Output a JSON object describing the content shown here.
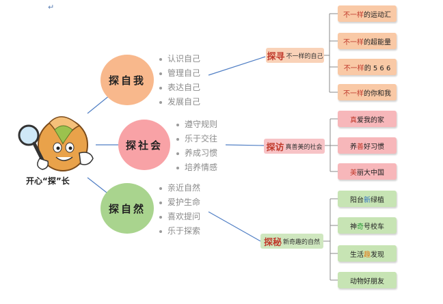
{
  "para_mark": "↵",
  "root": {
    "prefix": "开心",
    "quoted": "“探”",
    "suffix": "长"
  },
  "branches": [
    {
      "circle": "探自我",
      "bullets": [
        "认识自己",
        "管理自己",
        "表达自己",
        "发展自己"
      ],
      "mid": {
        "big": "探寻",
        "rest": "不一样的自己"
      },
      "leaves": [
        {
          "parts": [
            {
              "t": "不一样",
              "c": "red"
            },
            {
              "t": "的运动汇",
              "c": ""
            }
          ]
        },
        {
          "parts": [
            {
              "t": "不一样",
              "c": "red"
            },
            {
              "t": "的超能量",
              "c": ""
            }
          ]
        },
        {
          "parts": [
            {
              "t": "不一样",
              "c": "red"
            },
            {
              "t": "的 5 6 6",
              "c": ""
            }
          ]
        },
        {
          "parts": [
            {
              "t": "不一样",
              "c": "red"
            },
            {
              "t": "的你和我",
              "c": ""
            }
          ]
        }
      ]
    },
    {
      "circle": "探社会",
      "bullets": [
        "遵守规则",
        "乐于交往",
        "养成习惯",
        "培养情感"
      ],
      "mid": {
        "big": "探访",
        "rest": "真善美的社会"
      },
      "leaves": [
        {
          "parts": [
            {
              "t": "真",
              "c": "red"
            },
            {
              "t": "爱我的家",
              "c": ""
            }
          ]
        },
        {
          "parts": [
            {
              "t": "养",
              "c": ""
            },
            {
              "t": "善",
              "c": "red"
            },
            {
              "t": "好习惯",
              "c": ""
            }
          ]
        },
        {
          "parts": [
            {
              "t": "美",
              "c": "red"
            },
            {
              "t": "丽大中国",
              "c": ""
            }
          ]
        }
      ]
    },
    {
      "circle": "探自然",
      "bullets": [
        "亲近自然",
        "爱护生命",
        "喜欢提问",
        "乐于探索"
      ],
      "mid": {
        "big": "探秘",
        "rest": "新奇趣的自然"
      },
      "leaves": [
        {
          "parts": [
            {
              "t": "阳台",
              "c": ""
            },
            {
              "t": "新",
              "c": "blue"
            },
            {
              "t": "绿植",
              "c": ""
            }
          ]
        },
        {
          "parts": [
            {
              "t": "神",
              "c": ""
            },
            {
              "t": "奇",
              "c": "green"
            },
            {
              "t": "号校车",
              "c": ""
            }
          ]
        },
        {
          "parts": [
            {
              "t": "生活",
              "c": ""
            },
            {
              "t": "趣",
              "c": "orange"
            },
            {
              "t": "发现",
              "c": ""
            }
          ]
        },
        {
          "parts": [
            {
              "t": "动物好朋友",
              "c": ""
            }
          ]
        }
      ]
    }
  ],
  "colors": {
    "line": "#4f7ec4",
    "self": "#f8b88c",
    "society": "#f8a2a6",
    "nature": "#a9d48e"
  }
}
